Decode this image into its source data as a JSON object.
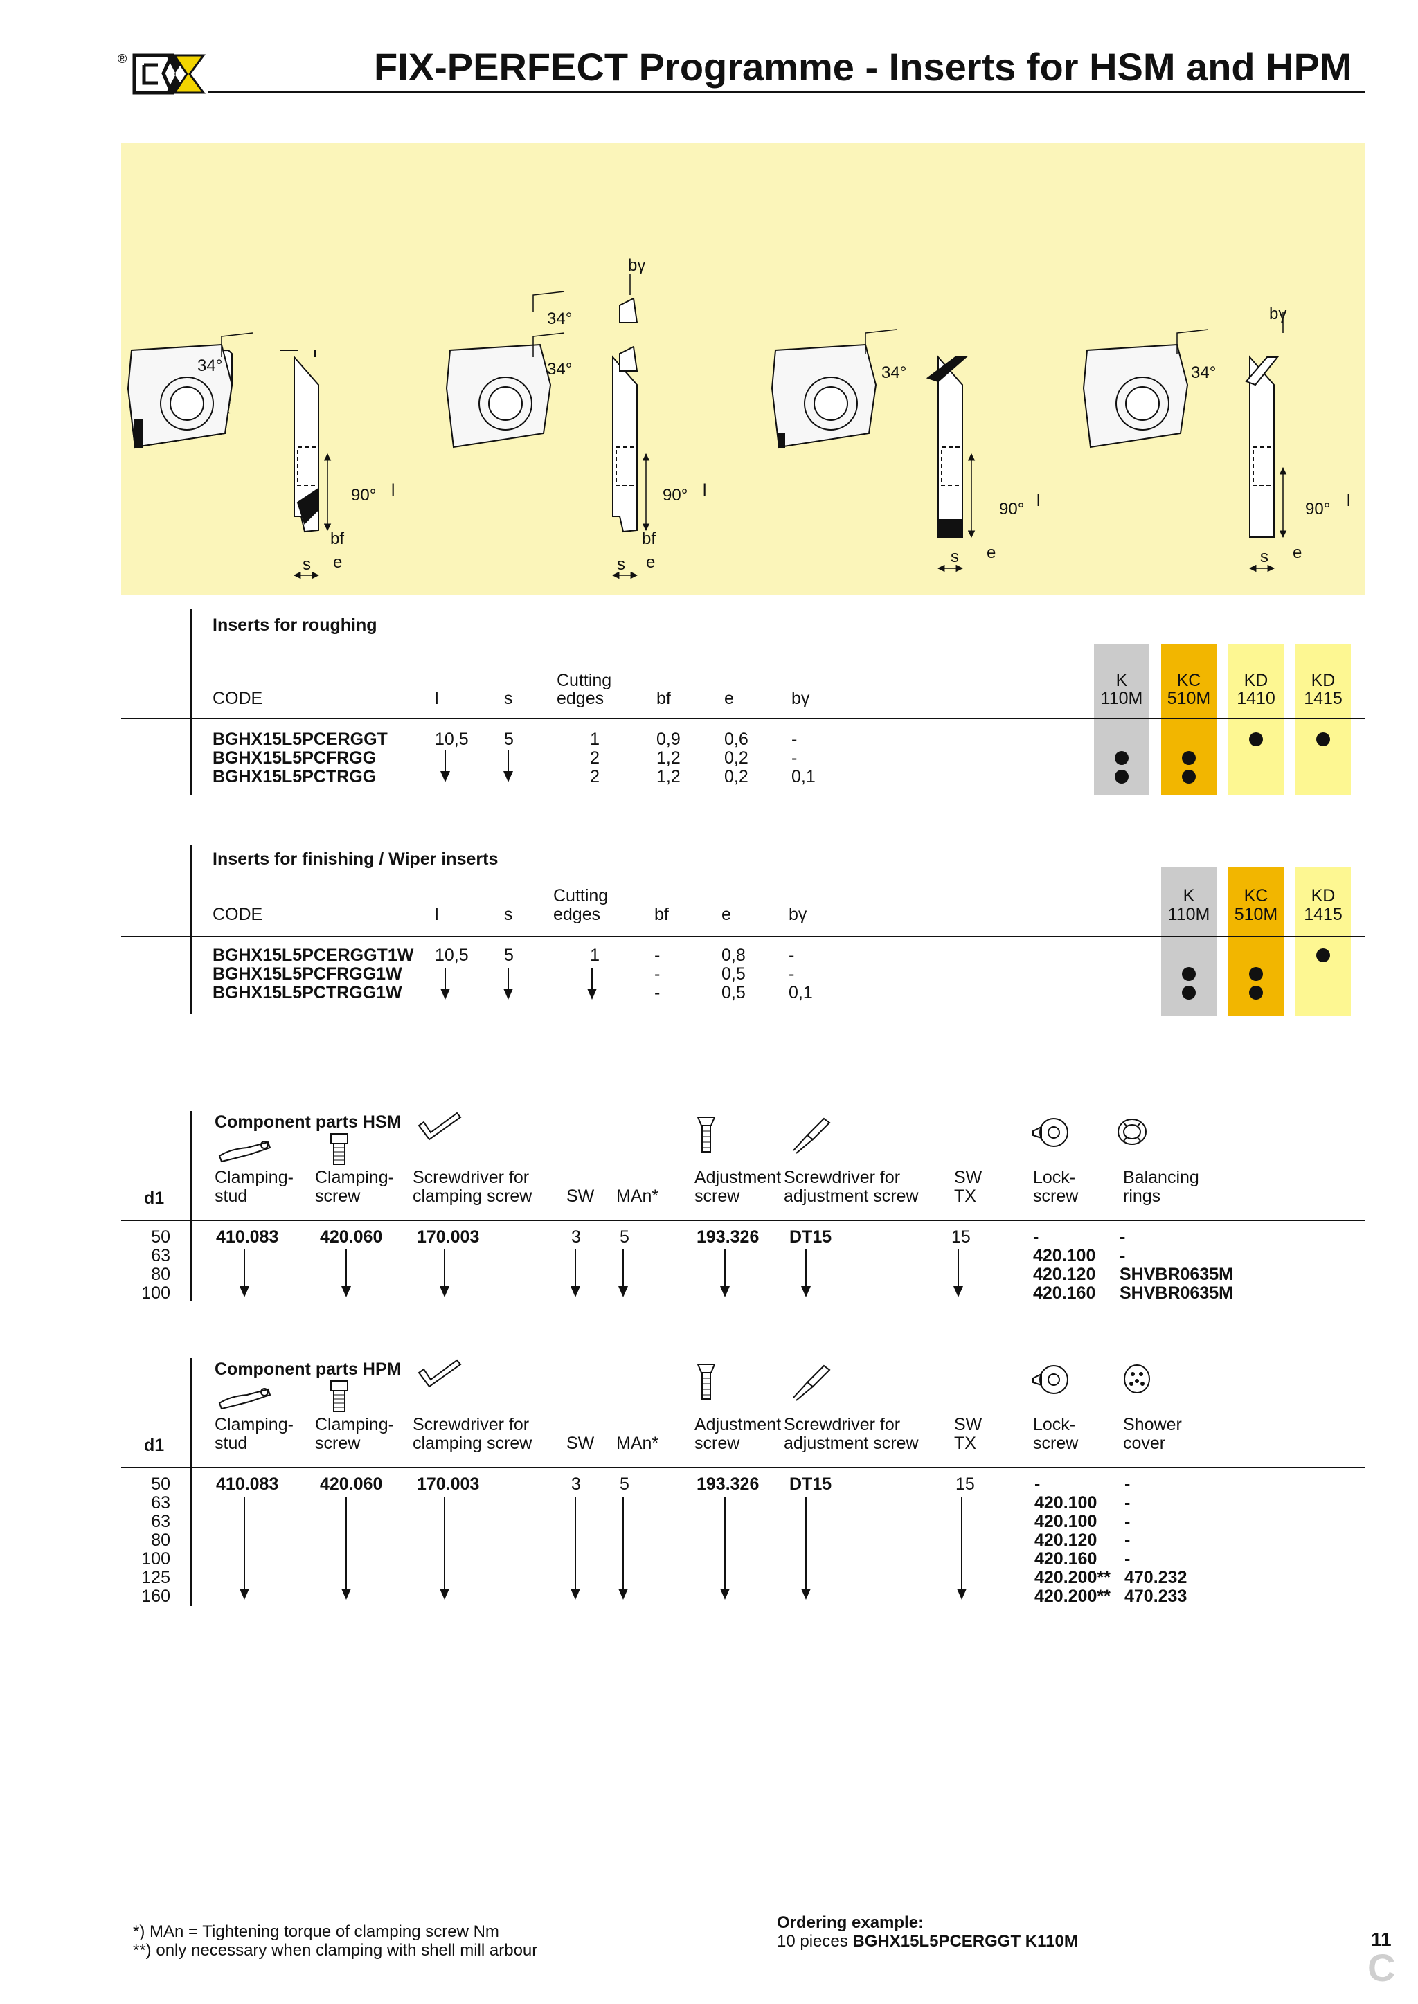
{
  "header": {
    "registered_mark": "®",
    "title": "FIX-PERFECT Programme - Inserts for HSM and HPM"
  },
  "drawings": {
    "angle_34": "34°",
    "angle_90": "90°",
    "dim_l": "l",
    "dim_s": "s",
    "dim_e": "e",
    "dim_bf": "bf",
    "dim_by": "bγ"
  },
  "colors": {
    "drawing_bg": "#FBF5BA",
    "grade_k": "#CBCBCB",
    "grade_kc": "#F2B600",
    "grade_kd": "#FDF792"
  },
  "roughing": {
    "section_title": "Inserts for roughing",
    "headers": {
      "code": "CODE",
      "l": "l",
      "s": "s",
      "cutting": "Cutting",
      "edges": "edges",
      "bf": "bf",
      "e": "e",
      "by": "bγ"
    },
    "grades": [
      {
        "name": "K",
        "sub": "110M"
      },
      {
        "name": "KC",
        "sub": "510M"
      },
      {
        "name": "KD",
        "sub": "1410"
      },
      {
        "name": "KD",
        "sub": "1415"
      }
    ],
    "rows": [
      {
        "code": "BGHX15L5PCERGGT",
        "l": "10,5",
        "s": "5",
        "edges": "1",
        "bf": "0,9",
        "e": "0,6",
        "by": "-"
      },
      {
        "code": "BGHX15L5PCFRGG",
        "l": "",
        "s": "",
        "edges": "2",
        "bf": "1,2",
        "e": "0,2",
        "by": "-"
      },
      {
        "code": "BGHX15L5PCTRGG",
        "l": "",
        "s": "",
        "edges": "2",
        "bf": "1,2",
        "e": "0,2",
        "by": "0,1"
      }
    ]
  },
  "finishing": {
    "section_title": "Inserts for finishing / Wiper inserts",
    "headers": {
      "code": "CODE",
      "l": "l",
      "s": "s",
      "cutting": "Cutting",
      "edges": "edges",
      "bf": "bf",
      "e": "e",
      "by": "bγ"
    },
    "grades": [
      {
        "name": "K",
        "sub": "110M"
      },
      {
        "name": "KC",
        "sub": "510M"
      },
      {
        "name": "KD",
        "sub": "1415"
      }
    ],
    "rows": [
      {
        "code": "BGHX15L5PCERGGT1W",
        "l": "10,5",
        "s": "5",
        "edges": "1",
        "bf": "-",
        "e": "0,8",
        "by": "-"
      },
      {
        "code": "BGHX15L5PCFRGG1W",
        "bf": "-",
        "e": "0,5",
        "by": "-"
      },
      {
        "code": "BGHX15L5PCTRGG1W",
        "bf": "-",
        "e": "0,5",
        "by": "0,1"
      }
    ]
  },
  "hsm": {
    "section_title": "Component parts HSM",
    "headers": {
      "d1": "d1",
      "clamping_stud": [
        "Clamping-",
        "stud"
      ],
      "clamping_screw": [
        "Clamping-",
        "screw"
      ],
      "screwdriver": [
        "Screwdriver for",
        "clamping screw"
      ],
      "sw": "SW",
      "man": "MAn*",
      "adjustment": [
        "Adjustment",
        "screw"
      ],
      "screwdriver_adj": [
        "Screwdriver for",
        "adjustment screw"
      ],
      "swtx": [
        "SW",
        "TX"
      ],
      "lock": [
        "Lock-",
        "screw"
      ],
      "last": [
        "Balancing",
        "rings"
      ]
    },
    "d1": [
      "50",
      "63",
      "80",
      "100"
    ],
    "values": {
      "clamping_stud": "410.083",
      "clamping_screw": "420.060",
      "screwdriver": "170.003",
      "sw": "3",
      "man": "5",
      "adjustment": "193.326",
      "screwdriver_adj": "DT15",
      "swtx": "15"
    },
    "lock": [
      "-",
      "420.100",
      "420.120",
      "420.160"
    ],
    "last": [
      "-",
      "-",
      "SHVBR0635M",
      "SHVBR0635M"
    ]
  },
  "hpm": {
    "section_title": "Component parts HPM",
    "headers": {
      "d1": "d1",
      "clamping_stud": [
        "Clamping-",
        "stud"
      ],
      "clamping_screw": [
        "Clamping-",
        "screw"
      ],
      "screwdriver": [
        "Screwdriver for",
        "clamping screw"
      ],
      "sw": "SW",
      "man": "MAn*",
      "adjustment": [
        "Adjustment",
        "screw"
      ],
      "screwdriver_adj": [
        "Screwdriver for",
        "adjustment screw"
      ],
      "swtx": [
        "SW",
        "TX"
      ],
      "lock": [
        "Lock-",
        "screw"
      ],
      "last": [
        "Shower",
        "cover"
      ]
    },
    "d1": [
      "50",
      "63",
      "63",
      "80",
      "100",
      "125",
      "160"
    ],
    "values": {
      "clamping_stud": "410.083",
      "clamping_screw": "420.060",
      "screwdriver": "170.003",
      "sw": "3",
      "man": "5",
      "adjustment": "193.326",
      "screwdriver_adj": "DT15",
      "swtx": "15"
    },
    "lock": [
      "-",
      "420.100",
      "420.100",
      "420.120",
      "420.160",
      "420.200**",
      "420.200**"
    ],
    "last": [
      "-",
      "-",
      "-",
      "-",
      "-",
      "470.232",
      "470.233"
    ]
  },
  "footnotes": {
    "note1": "*)  MAn = Tightening torque of clamping screw Nm",
    "note2": "**) only necessary when clamping with shell mill arbour"
  },
  "ordering": {
    "title": "Ordering example:",
    "prefix": "10 pieces ",
    "example": "BGHX15L5PCERGGT K110M"
  },
  "page": {
    "number": "11",
    "section_letter": "C"
  }
}
